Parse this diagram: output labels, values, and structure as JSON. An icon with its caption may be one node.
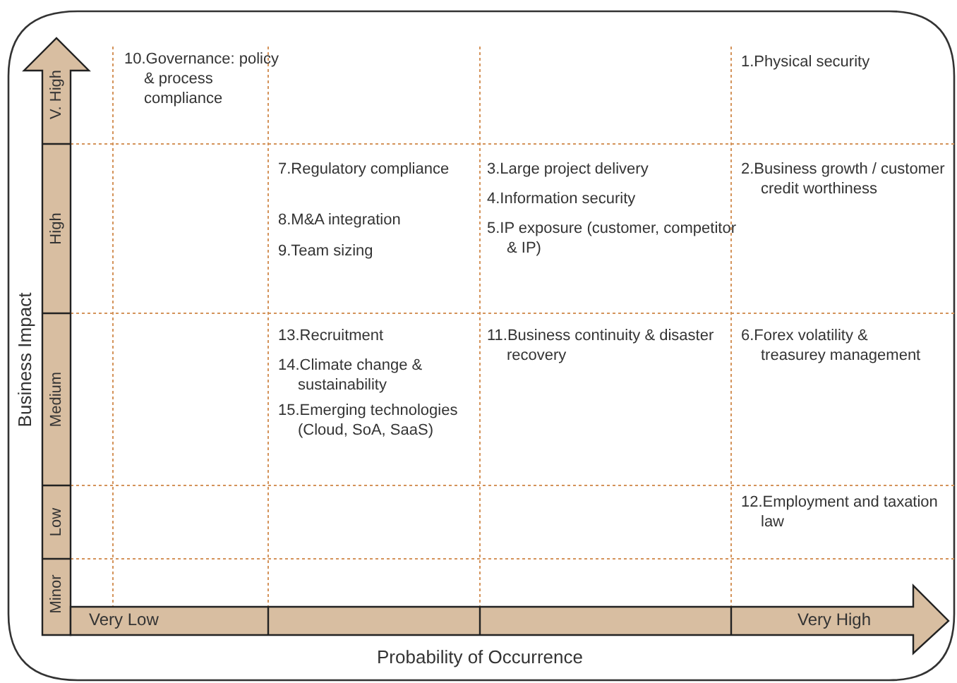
{
  "diagram": {
    "labels": [
      "V. High",
      "10.Governance: policy & process compliance",
      "1.Physical security",
      "High",
      "7.Regulatory compliance",
      "8.M&A integration",
      "9.Team sizing",
      "3.Large project delivery",
      "4.Information security",
      "5.IP exposure (customer, competitor & IP)",
      "2.Business growth / customer credit worthiness",
      "Medium",
      "13.Recruitment",
      "14.Climate change & sustainability",
      "15.Emerging technologies (Cloud, SoA, SaaS)",
      "11.Business continuity & disaster recovery",
      "6.Forex volatility & treasurey management",
      "Low",
      "12.Employment and taxation law",
      "Minor",
      "Very Low",
      "Very High",
      "Business Impact",
      "Probability of Occurrence"
    ]
  }
}
